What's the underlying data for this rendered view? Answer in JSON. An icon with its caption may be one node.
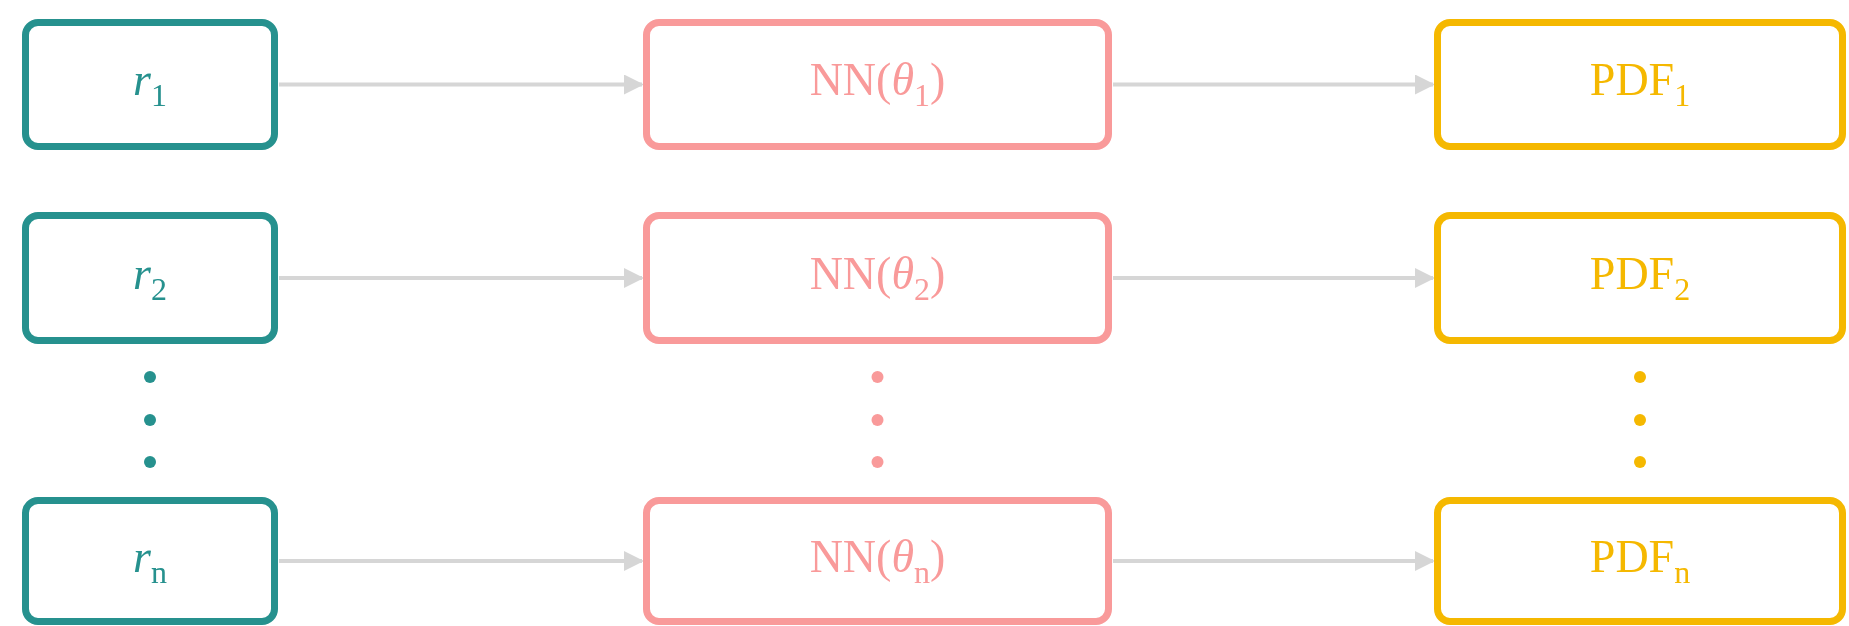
{
  "diagram": {
    "nodes": [
      {
        "text": [
          "*r*$_{1}$"
        ]
      },
      {
        "text": [
          "NN(*θ*$_{1}$)"
        ]
      },
      {
        "text": [
          "PDF$_{1}$"
        ]
      },
      {
        "text": [
          "*r*$_{2}$"
        ]
      },
      {
        "text": [
          "NN(*θ*$_{2}$)"
        ]
      },
      {
        "text": [
          "PDF$_{2}$"
        ]
      },
      {
        "text": [
          "*r*$_{n}$"
        ]
      },
      {
        "text": [
          "NN(*θ*$_{n}$)"
        ]
      },
      {
        "text": [
          "PDF$_{n}$"
        ]
      }
    ],
    "edges": [
      {
        "from": 0,
        "to": 1,
        "arrow": "to"
      },
      {
        "from": 1,
        "to": 2,
        "arrow": "to"
      },
      {
        "from": 3,
        "to": 4,
        "arrow": "to"
      },
      {
        "from": 4,
        "to": 5,
        "arrow": "to"
      },
      {
        "from": 6,
        "to": 7,
        "arrow": "to"
      },
      {
        "from": 7,
        "to": 8,
        "arrow": "to"
      }
    ]
  }
}
